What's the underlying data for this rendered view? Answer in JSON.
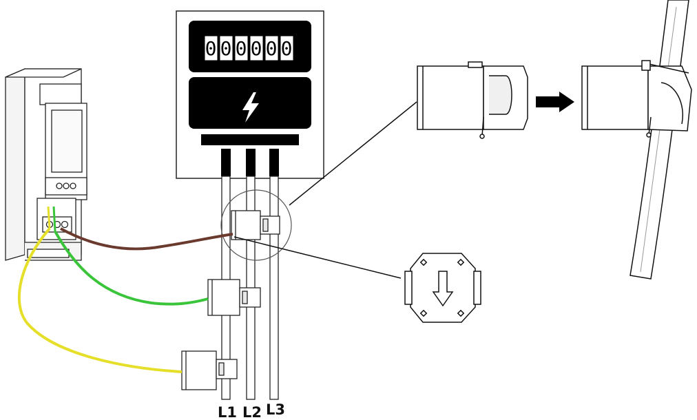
{
  "meter": {
    "digits": [
      "0",
      "0",
      "0",
      "0",
      "0",
      "0"
    ],
    "icon": "lightning-bolt-icon"
  },
  "lines": [
    {
      "label": "L1"
    },
    {
      "label": "L2"
    },
    {
      "label": "L3"
    }
  ],
  "wires": [
    {
      "color": "#6b3a2e"
    },
    {
      "color": "#3ac43a"
    },
    {
      "color": "#e6df2a"
    }
  ],
  "install_step": {
    "arrow_icon": "right-arrow-icon",
    "direction_icon": "down-arrow-icon"
  }
}
